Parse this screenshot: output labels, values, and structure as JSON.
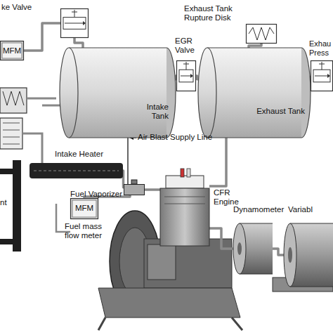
{
  "diagram": {
    "nodes": [
      {
        "text": [
          "ke Valve"
        ]
      },
      {
        "text": [
          "MFM"
        ]
      },
      {
        "text": [
          "Intake Tank"
        ]
      },
      {
        "text": [
          "EGR Valve"
        ]
      },
      {
        "text": [
          "Exhaust Tank Rupture Disk"
        ]
      },
      {
        "text": [
          "Exhaust Tank"
        ]
      },
      {
        "text": [
          "Exhau Press"
        ]
      },
      {
        "text": [
          "Intake Heater"
        ]
      },
      {
        "text": [
          "Fuel Vaporizer"
        ]
      },
      {
        "text": [
          "MFM",
          "Fuel mass flow meter"
        ]
      },
      {
        "text": [
          "CFR Engine"
        ]
      },
      {
        "text": [
          "Dynamometer"
        ]
      },
      {
        "text": [
          "Variabl"
        ]
      }
    ],
    "edges": [
      {
        "from": 1,
        "to": 0,
        "arrow": "none"
      },
      {
        "from": 0,
        "to": 2,
        "arrow": "none"
      },
      {
        "from": 2,
        "to": 3,
        "arrow": "none"
      },
      {
        "from": 3,
        "to": 5,
        "arrow": "none"
      },
      {
        "from": 4,
        "to": 5,
        "arrow": "none"
      },
      {
        "from": 5,
        "to": 6,
        "arrow": "none"
      },
      {
        "from": 5,
        "to": 10,
        "arrow": "none"
      },
      {
        "from": 7,
        "to": 8,
        "arrow": "none"
      },
      {
        "from": 9,
        "to": 8,
        "arrow": "none"
      },
      {
        "from": 8,
        "to": 10,
        "arrow": "none"
      },
      {
        "from": 10,
        "to": 11,
        "arrow": "none"
      },
      {
        "from": 11,
        "to": 12,
        "arrow": "none"
      }
    ],
    "labels": [
      "Air Blast Supply Line",
      "nt"
    ]
  }
}
